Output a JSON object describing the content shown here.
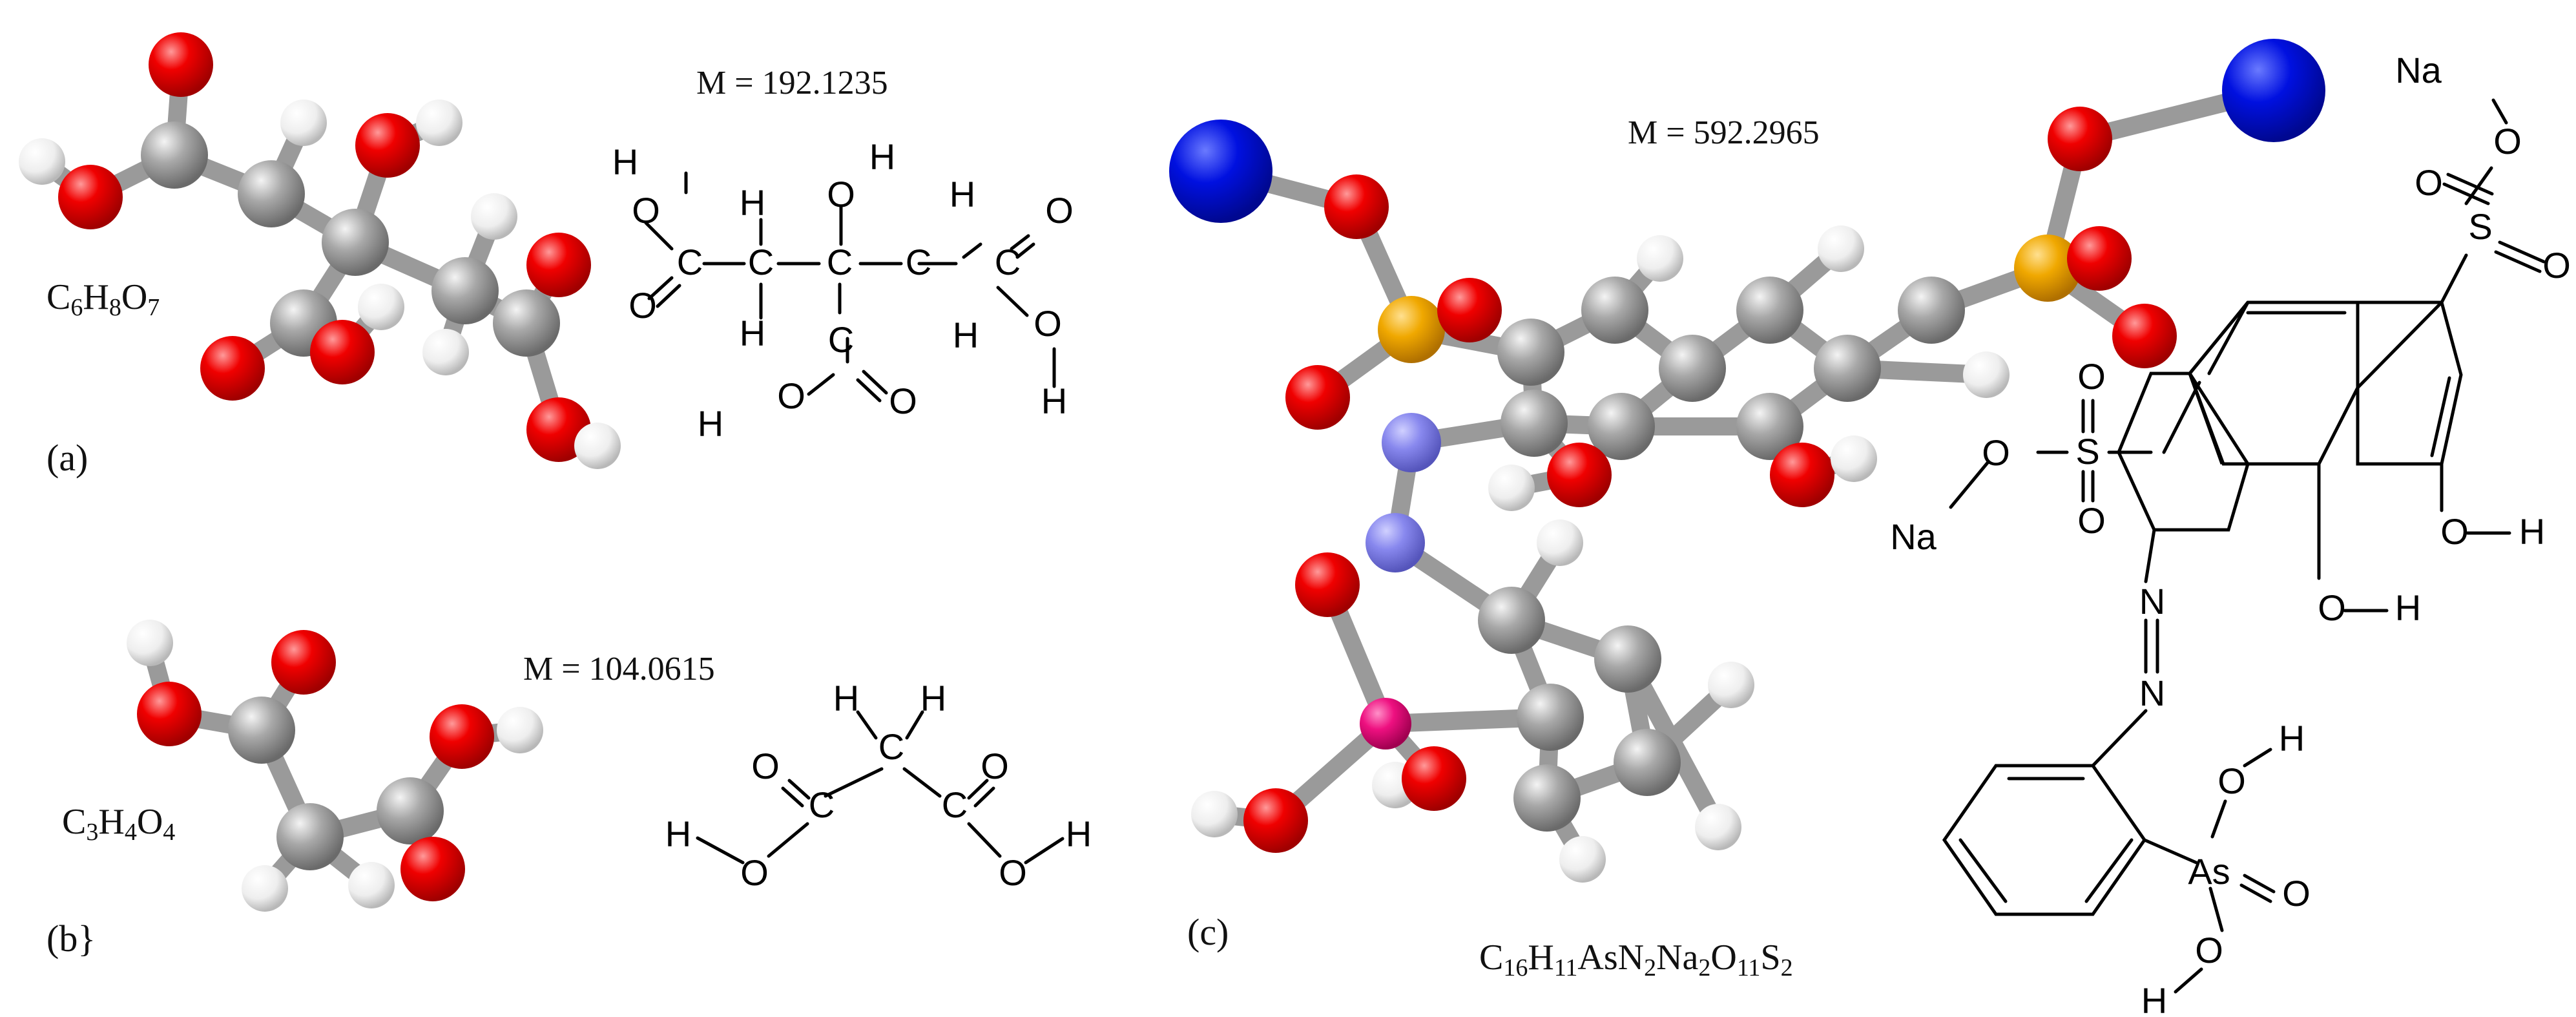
{
  "colors": {
    "carbon": "#9e9e9e",
    "oxygen": "#ee0000",
    "hydrogen": "#f2f2f2",
    "sodium": "#0010d8",
    "sulfur": "#f0a800",
    "nitrogen": "#8080ee",
    "arsenic": "#ee1080"
  },
  "panels": [
    {
      "label": "(a)",
      "formula": {
        "parts": [
          [
            "C",
            ""
          ],
          [
            "6",
            "sub"
          ],
          [
            "H",
            ""
          ],
          [
            "8",
            "sub"
          ],
          [
            "O",
            ""
          ],
          [
            "7",
            "sub"
          ]
        ]
      },
      "mass": "M = 192.1235"
    },
    {
      "label": "(b}",
      "formula": {
        "parts": [
          [
            "C",
            ""
          ],
          [
            "3",
            "sub"
          ],
          [
            "H",
            ""
          ],
          [
            "4",
            "sub"
          ],
          [
            "O",
            ""
          ],
          [
            "4",
            "sub"
          ]
        ]
      },
      "mass": "M = 104.0615"
    },
    {
      "label": "(c)",
      "formula": {
        "parts": [
          [
            "C",
            ""
          ],
          [
            "16",
            "sub"
          ],
          [
            "H",
            ""
          ],
          [
            "11",
            "sub"
          ],
          [
            "AsN",
            ""
          ],
          [
            "2",
            "sub"
          ],
          [
            "Na",
            ""
          ],
          [
            "2",
            "sub"
          ],
          [
            "O",
            ""
          ],
          [
            "11",
            "sub"
          ],
          [
            "S",
            ""
          ],
          [
            "2",
            "sub"
          ]
        ]
      },
      "mass": "M = 592.2965"
    }
  ],
  "atom_labels": {
    "H": "H",
    "O": "O",
    "C": "C",
    "S": "S",
    "N": "N",
    "Na": "Na",
    "As": "As"
  }
}
